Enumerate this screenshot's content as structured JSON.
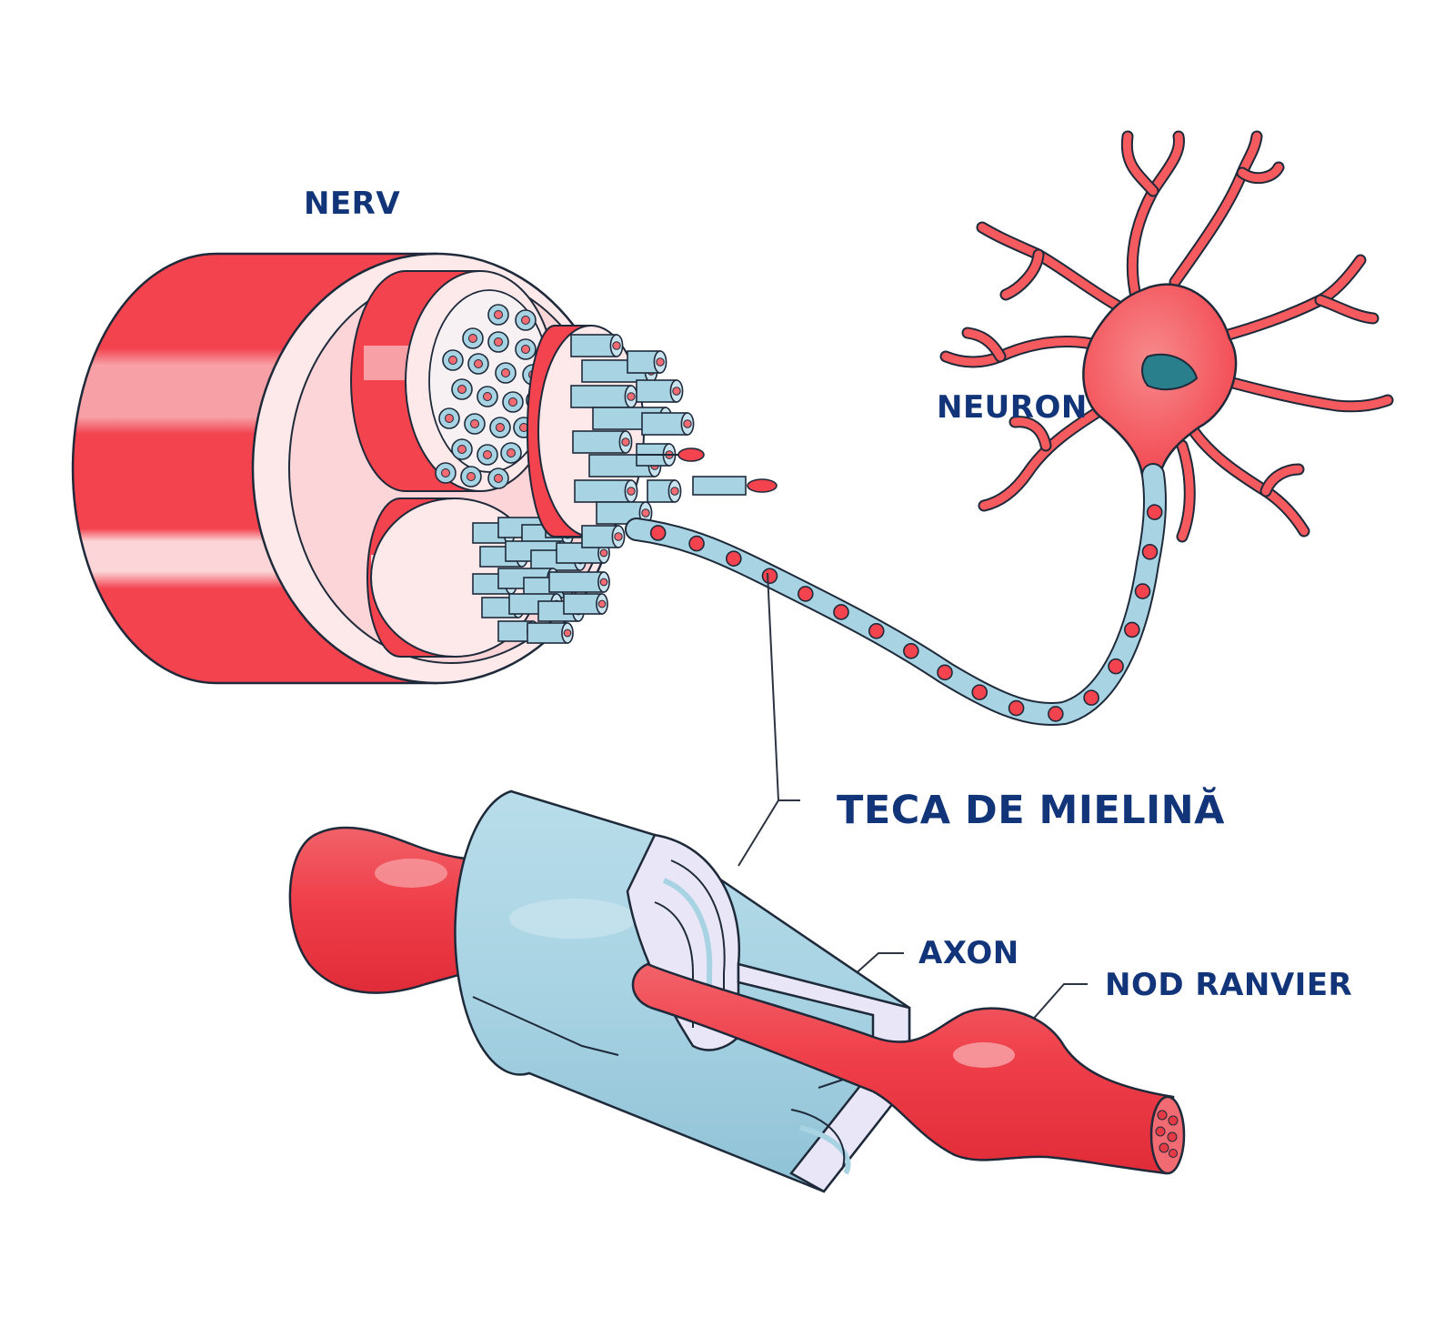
{
  "labels": {
    "nerv": "NERV",
    "neuron": "NEURON",
    "teca": "TECA DE MIELINĂ",
    "axon": "AXON",
    "nod": "NOD RANVIER"
  },
  "colors": {
    "nerve_red": "#f2434f",
    "nerve_dark": "#e0313e",
    "nerve_light": "#fbd5d7",
    "nerve_face": "#fde8ea",
    "myelin_blue": "#a8d3e3",
    "myelin_dark": "#86bcd0",
    "myelin_layers": "#e9e6f7",
    "neuron_body": "#f45a5e",
    "nucleus": "#2a7f8c",
    "outline": "#1e2a3a",
    "label_text": "#12357a"
  }
}
